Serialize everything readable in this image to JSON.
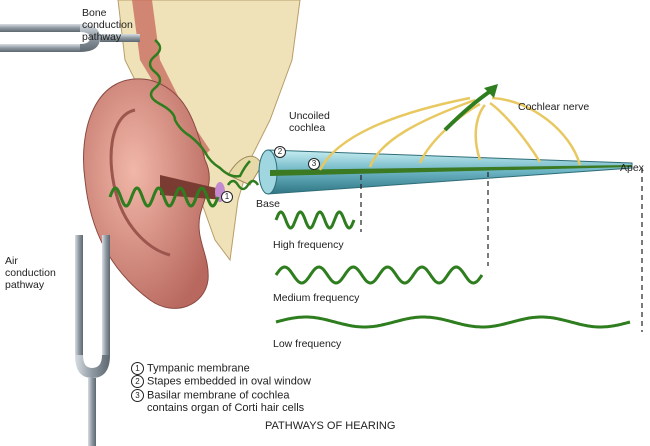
{
  "labels": {
    "bone_conduction": "Bone conduction pathway",
    "air_conduction": "Air conduction pathway",
    "uncoiled_cochlea": "Uncoiled cochlea",
    "cochlear_nerve": "Cochlear nerve",
    "apex": "Apex",
    "base": "Base",
    "high_frequency": "High frequency",
    "medium_frequency": "Medium frequency",
    "low_frequency": "Low frequency"
  },
  "markers": [
    "1",
    "2",
    "3"
  ],
  "legend": [
    {
      "num": "1",
      "text": "Tympanic membrane"
    },
    {
      "num": "2",
      "text": "Stapes embedded in oval window"
    },
    {
      "num": "3",
      "text": "Basilar membrane of cochlea",
      "cont": "contains organ of Corti hair cells"
    }
  ],
  "title": "PATHWAYS OF HEARING",
  "colors": {
    "wave": "#2e7d1e",
    "cochlea": "#7fc4d0",
    "nerve": "#e8c860",
    "skin": "#d9958a",
    "bone": "#efe2b8",
    "fork": "#9aa4ad"
  }
}
